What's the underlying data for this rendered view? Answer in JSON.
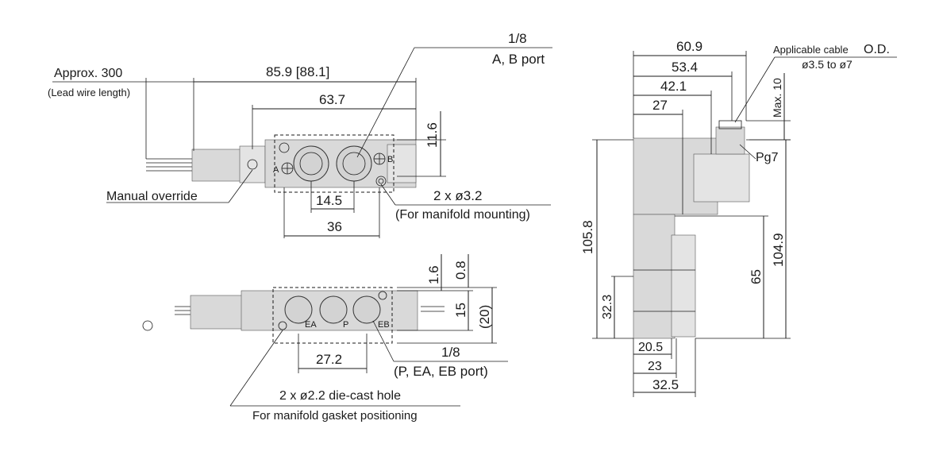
{
  "top_view": {
    "lead_wire_label": "Approx. 300",
    "lead_wire_note": "(Lead wire length)",
    "overall_length": "85.9 [88.1]",
    "body_length": "63.7",
    "port_top_label": "1/8",
    "port_top_desc": "A, B port",
    "height_dim": "11.6",
    "manual_override": "Manual override",
    "mount_hole": "2 x ø3.2",
    "mount_hole_note": "(For manifold mounting)",
    "pitch_dim": "14.5",
    "base_dim": "36",
    "port_a": "A",
    "port_b": "B"
  },
  "bottom_view": {
    "dim_1_6": "1.6",
    "dim_0_8": "0.8",
    "dim_15": "15",
    "dim_20": "(20)",
    "port_ea": "EA",
    "port_p": "P",
    "port_eb": "EB",
    "pitch_dim": "27.2",
    "port_size": "1/8",
    "port_desc": "(P, EA, EB port)",
    "diecast_hole": "2 x ø2.2 die-cast hole",
    "gasket_note": "For manifold gasket positioning"
  },
  "side_view": {
    "dim_60_9": "60.9",
    "dim_53_4": "53.4",
    "dim_42_1": "42.1",
    "dim_27": "27",
    "cable_label": "Applicable cable",
    "cable_od": "O.D.",
    "cable_range": "ø3.5 to ø7",
    "max_dim": "Max. 10",
    "pg_label": "Pg7",
    "dim_105_8": "105.8",
    "dim_104_9": "104.9",
    "dim_65": "65",
    "dim_32_3": "32.3",
    "dim_20_5": "20.5",
    "dim_23": "23",
    "dim_32_5": "32.5"
  }
}
